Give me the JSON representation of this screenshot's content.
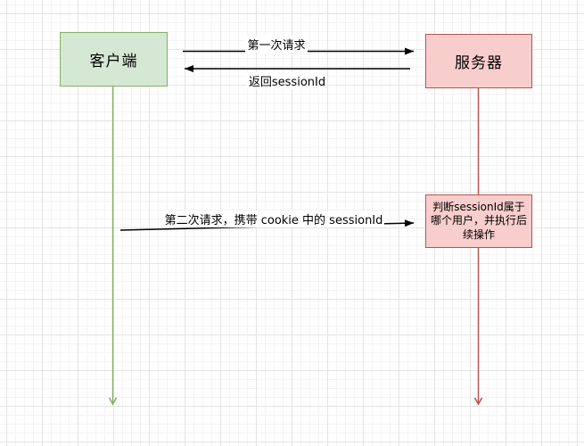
{
  "diagram": {
    "nodes": {
      "client": {
        "label": "客户端",
        "fill": "#d5e8d4",
        "stroke": "#82b366"
      },
      "server": {
        "label": "服务器",
        "fill": "#f8cecc",
        "stroke": "#b85450"
      },
      "process": {
        "label": "判断sessionId属于哪个用户，并执行后续操作",
        "fill": "#f8cecc",
        "stroke": "#b85450"
      }
    },
    "edges": {
      "first_request": {
        "label": "第一次请求",
        "from": "client",
        "to": "server"
      },
      "return_session": {
        "label": "返回sessionId",
        "from": "server",
        "to": "client"
      },
      "second_request": {
        "label": "第二次请求，携带 cookie 中的 sessionId",
        "from": "client",
        "to": "process"
      }
    },
    "lifelines": {
      "client_color": "#82b366",
      "server_color": "#b85450"
    },
    "arrow_color": "#000000"
  }
}
